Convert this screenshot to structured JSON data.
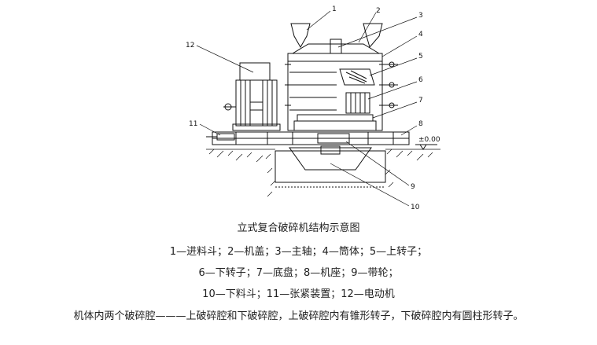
{
  "diagram": {
    "part_numbers": [
      "1",
      "2",
      "3",
      "4",
      "5",
      "6",
      "7",
      "8",
      "9",
      "10",
      "11",
      "12"
    ],
    "ground_level": "±0.00"
  },
  "caption": {
    "title": "立式复合破碎机结构示意图",
    "legend_line_1": "1—进料斗；2—机盖；3—主轴；4—筒体；5—上转子；",
    "legend_line_2": "6—下转子；7—底盘；8—机座；9—带轮；",
    "legend_line_3": "10—下料斗；11—张紧装置；12—电动机",
    "note": "机体内两个破碎腔———上破碎腔和下破碎腔，上破碎腔内有锥形转子，下破碎腔内有圆柱形转子。"
  }
}
